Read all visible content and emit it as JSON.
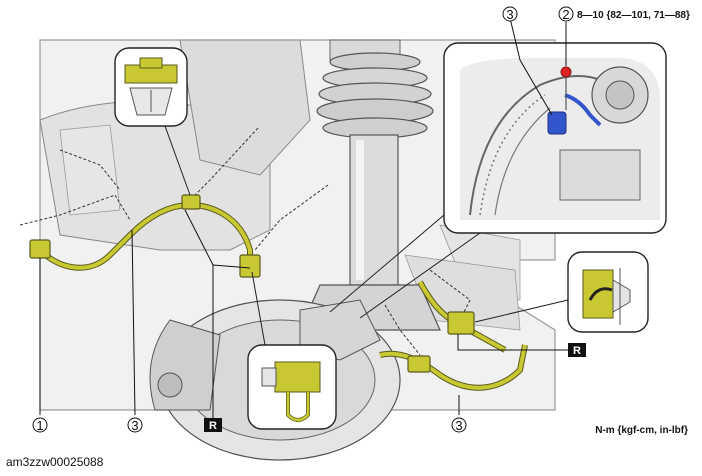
{
  "callouts": {
    "c1": "1",
    "c2": "2",
    "c3": "3"
  },
  "torque_spec": "8—10 {82—101, 71—88}",
  "reference_mark": "R",
  "unit_note": "N-m {kgf-cm, in-lbf}",
  "image_id": "am3zzw00025088",
  "colors": {
    "wire": "#c8c832",
    "wire_outline": "#5a5a1e",
    "bolt_blue": "#3355cc",
    "bolt_red": "#dd2222",
    "part_fill": "#ececec",
    "part_shade": "#bdbdbd",
    "line": "#333333"
  }
}
